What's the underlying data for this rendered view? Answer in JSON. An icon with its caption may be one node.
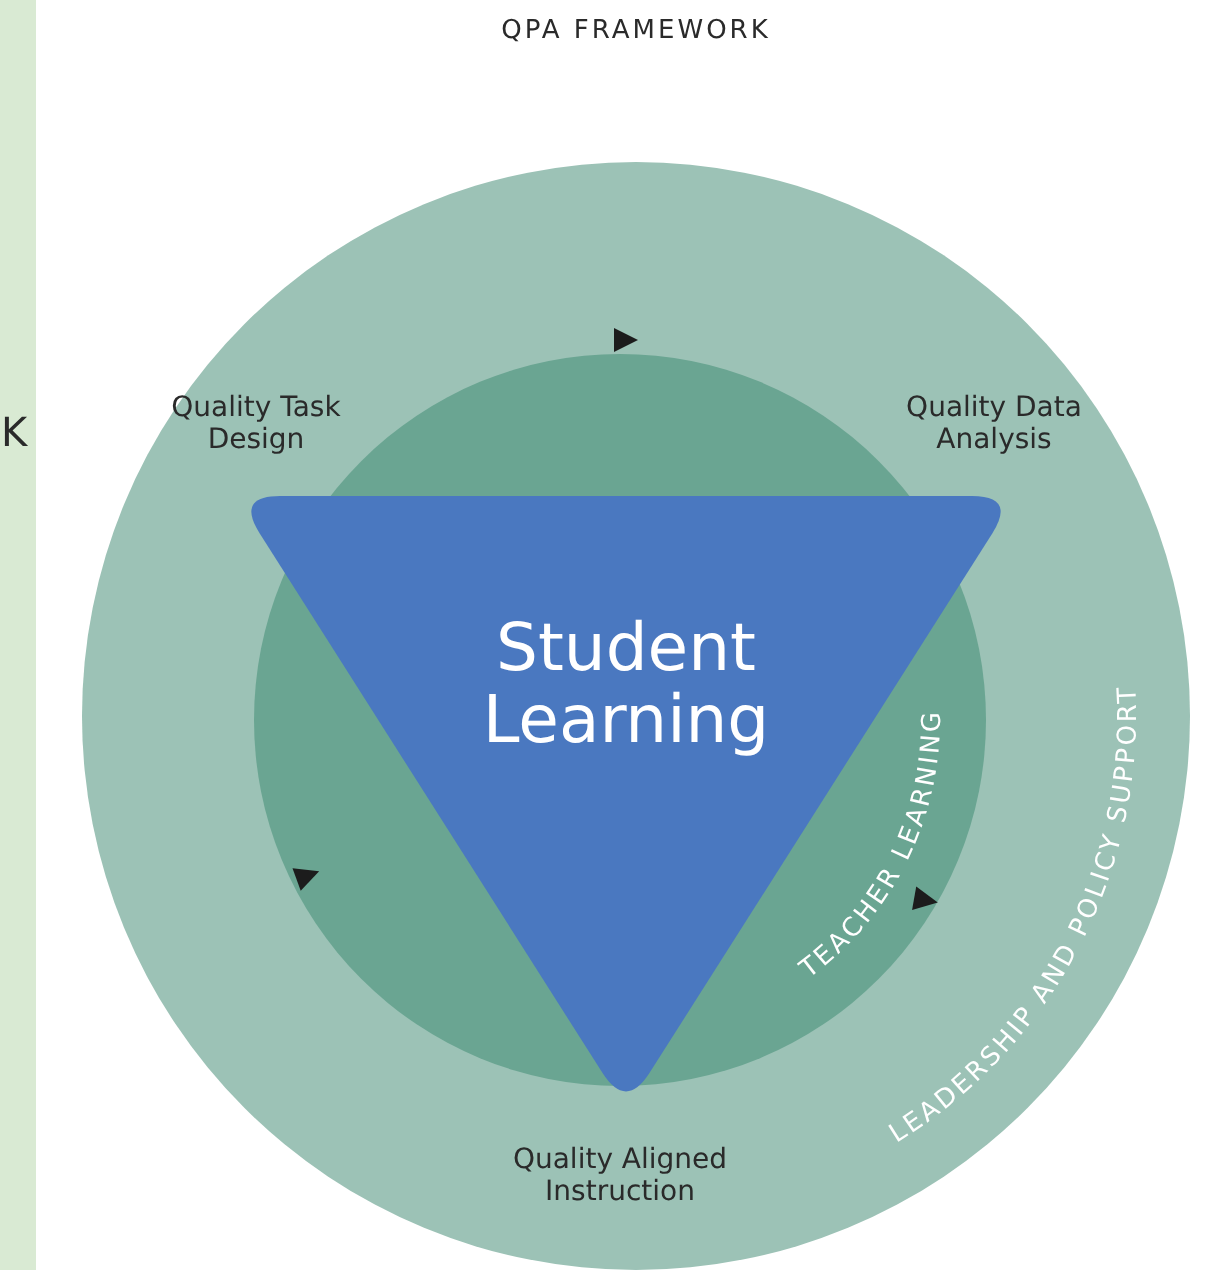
{
  "diagram": {
    "title": "QPA FRAMEWORK",
    "nodes": [
      {
        "text": [
          "LEADERSHIP AND POLICY SUPPORT"
        ]
      },
      {
        "text": [
          "TEACHER LEARNING"
        ],
        "in": 0
      },
      {
        "text": [
          "Student Learning"
        ],
        "in": 1
      }
    ],
    "edges": [],
    "labels": [
      "K",
      "Quality Task Design",
      "Quality Data Analysis",
      "Quality Aligned Instruction"
    ]
  }
}
